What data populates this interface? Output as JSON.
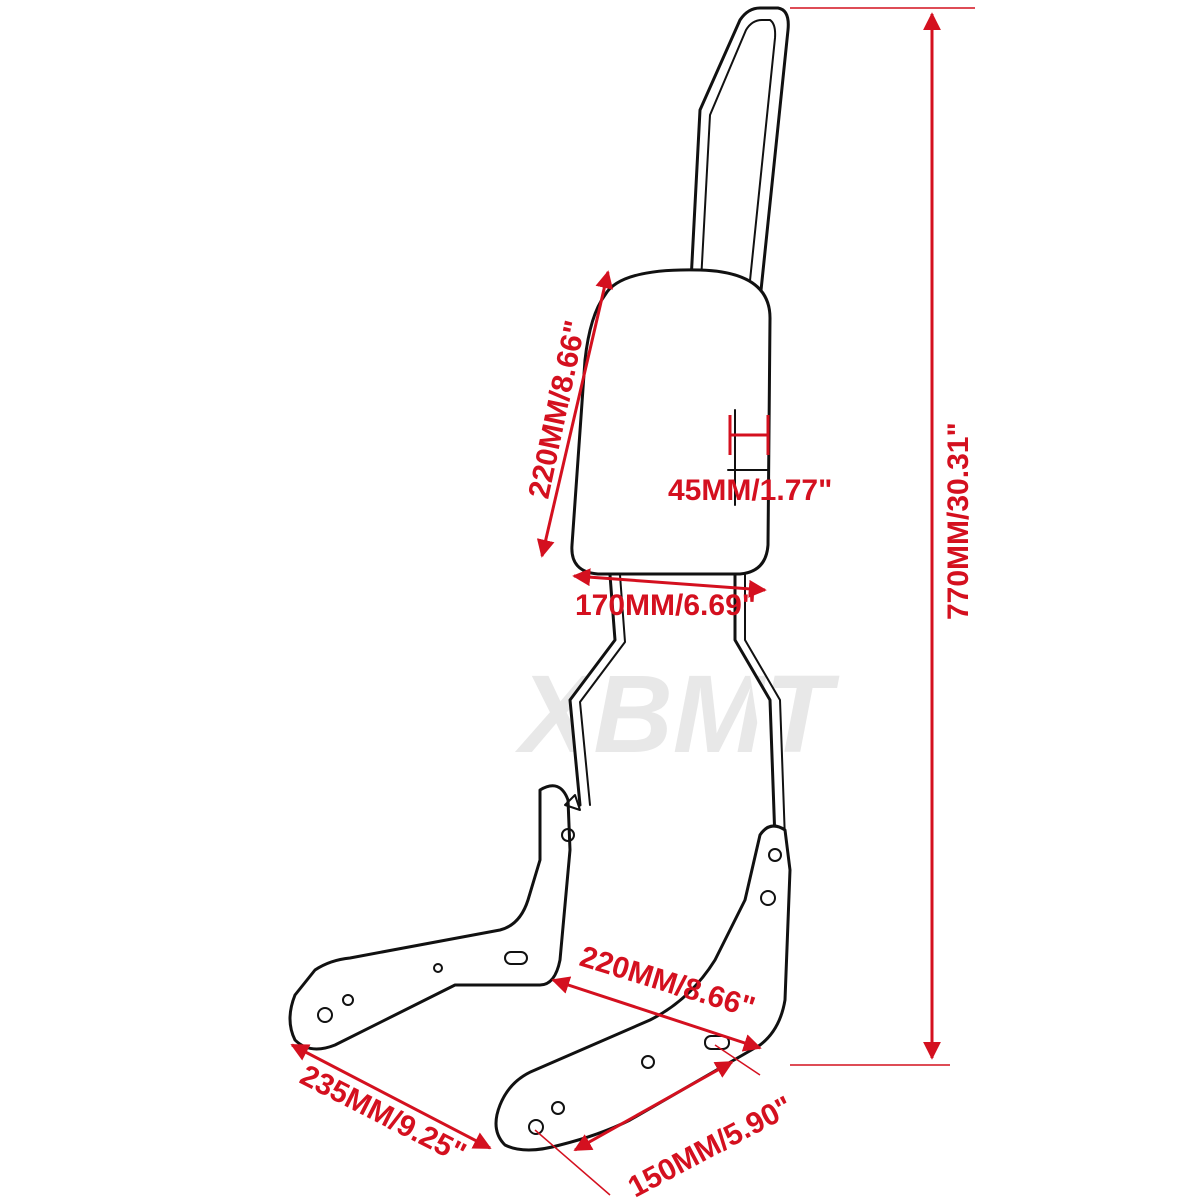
{
  "watermark": "XBMT",
  "dimensions": {
    "total_height": "770MM/30.31\"",
    "pad_height": "220MM/8.66\"",
    "pad_thickness": "45MM/1.77\"",
    "pad_width": "170MM/6.69\"",
    "bracket_spread": "220MM/8.66\"",
    "bracket_length": "235MM/9.25\"",
    "plate_length": "150MM/5.90\""
  },
  "colors": {
    "dimension": "#d4101f",
    "outline": "#111111",
    "watermark": "#e8e8e8"
  }
}
